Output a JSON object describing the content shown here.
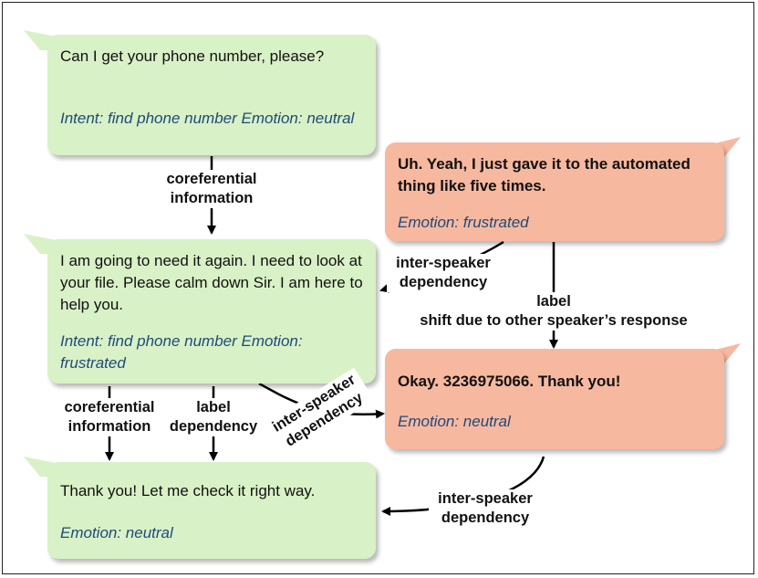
{
  "utterances": [
    {
      "text": "Can I get your phone number, please?",
      "intent_label": "Intent",
      "intent_value": ": find phone number ",
      "emotion_label": "Emotion:",
      "emotion_value": "neutral"
    },
    {
      "text": "Uh. Yeah, I just gave it to the automated thing like five times.",
      "emotion": "Emotion: frustrated"
    },
    {
      "text": "I am going to need it again. I need to look at your file. Please calm down Sir. I am here to help you.",
      "intent_label": "Intent",
      "intent_value": ": find phone number ",
      "emotion_label": "Emotion:",
      "emotion_value": "frustrated"
    },
    {
      "text": "Okay. 3236975066. Thank you!",
      "emotion": "Emotion: neutral"
    },
    {
      "text": "Thank you! Let me check it right way.",
      "emotion": "Emotion: neutral"
    }
  ],
  "edge_labels": {
    "coref1": [
      "coreferential",
      "information"
    ],
    "isd1": [
      "inter-speaker",
      "dependency"
    ],
    "shift": [
      "label",
      "shift due to other speaker’s response"
    ],
    "coref2": [
      "coreferential",
      "information"
    ],
    "labeldep": [
      "label",
      "dependency"
    ],
    "isd2": [
      "inter-speaker",
      "dependency"
    ],
    "isd3": [
      "inter-speaker",
      "dependency"
    ]
  },
  "colors": {
    "speaker_a": "#d8f1c6",
    "speaker_b": "#f7b8a0",
    "meta_text": "#1f4a7a"
  }
}
